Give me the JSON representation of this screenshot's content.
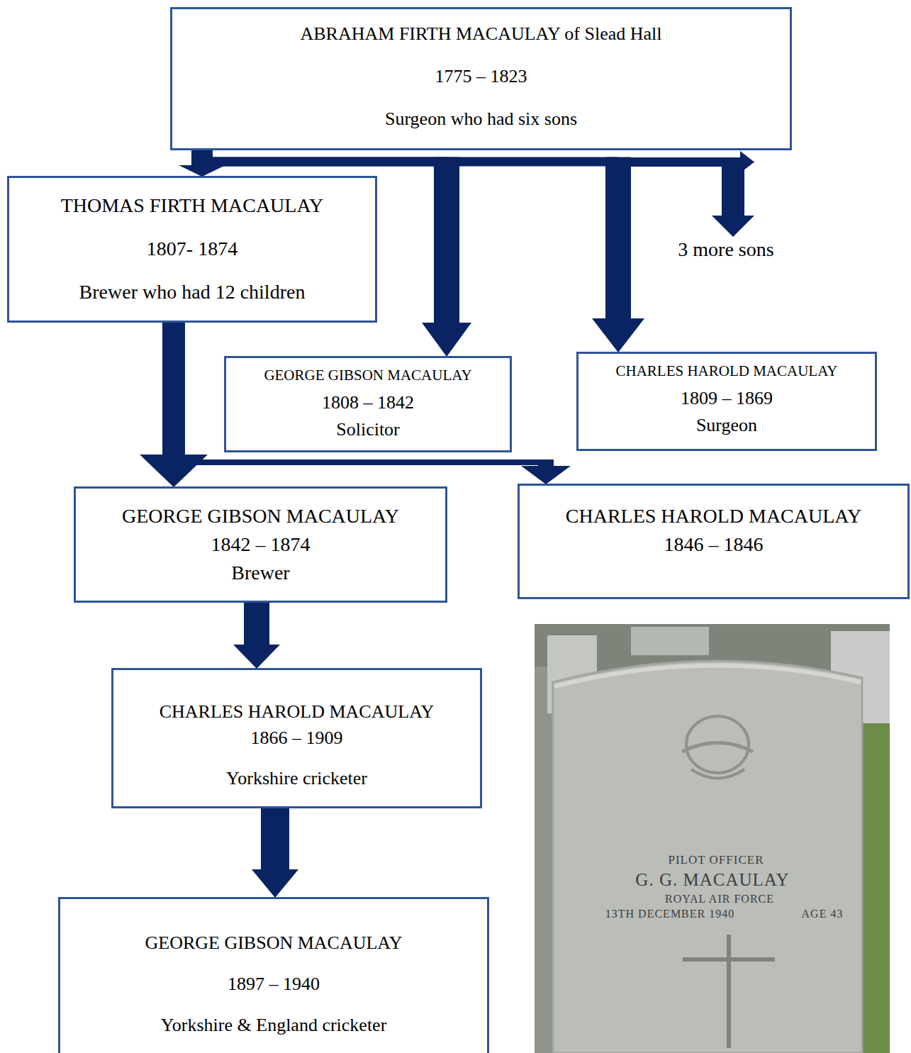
{
  "diagram": {
    "nodes": [
      {
        "text": [
          "ABRAHAM FIRTH MACAULAY of Slead Hall",
          "1775 – 1823",
          "Surgeon who had six sons"
        ]
      },
      {
        "text": [
          "THOMAS FIRTH MACAULAY",
          "1807- 1874",
          "Brewer who had 12 children"
        ]
      },
      {
        "text": [
          "GEORGE GIBSON MACAULAY",
          "1808 – 1842",
          "Solicitor"
        ]
      },
      {
        "text": [
          "CHARLES HAROLD MACAULAY",
          "1809 – 1869",
          "Surgeon"
        ]
      },
      {
        "text": [
          "GEORGE GIBSON MACAULAY",
          "1842 – 1874",
          "Brewer"
        ]
      },
      {
        "text": [
          "CHARLES HAROLD MACAULAY",
          "1846 – 1846"
        ]
      },
      {
        "text": [
          "CHARLES HAROLD MACAULAY",
          "1866 – 1909",
          "Yorkshire cricketer"
        ]
      },
      {
        "text": [
          "GEORGE GIBSON MACAULAY",
          "1897 – 1940",
          "Yorkshire & England cricketer"
        ]
      }
    ],
    "edges": [
      {
        "from": 0,
        "to": 1,
        "arrow": "to"
      },
      {
        "from": 0,
        "to": 2,
        "arrow": "to"
      },
      {
        "from": 0,
        "to": 3,
        "arrow": "to"
      },
      {
        "from": 1,
        "to": 4,
        "arrow": "to"
      },
      {
        "from": 1,
        "to": 5,
        "arrow": "to"
      },
      {
        "from": 4,
        "to": 6,
        "arrow": "to"
      },
      {
        "from": 6,
        "to": 7,
        "arrow": "to"
      }
    ],
    "labels": [
      "3 more sons",
      "PILOT OFFICER",
      "G. G. MACAULAY",
      "ROYAL AIR FORCE",
      "13TH DECEMBER 1940",
      "AGE 43"
    ]
  }
}
